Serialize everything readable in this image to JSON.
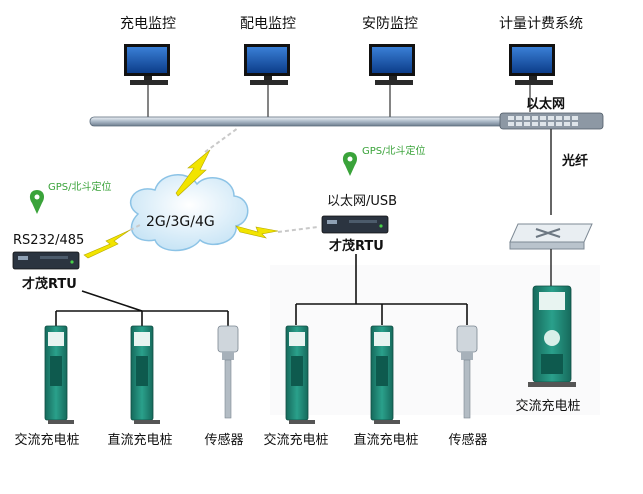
{
  "monitors": [
    {
      "label": "充电监控"
    },
    {
      "label": "配电监控"
    },
    {
      "label": "安防监控"
    },
    {
      "label": "计量计费系统"
    }
  ],
  "backbone": {
    "label": "以太网"
  },
  "fiber": {
    "label": "光纤"
  },
  "wireless": {
    "label": "2G/3G/4G"
  },
  "rtu_left": {
    "interface": "RS232/485",
    "name": "才茂RTU",
    "gps": "GPS/北斗定位"
  },
  "rtu_mid": {
    "interface": "以太网/USB",
    "name": "才茂RTU",
    "gps": "GPS/北斗定位"
  },
  "devices_left": [
    {
      "label": "交流充电桩"
    },
    {
      "label": "直流充电桩"
    },
    {
      "label": "传感器"
    }
  ],
  "devices_mid": [
    {
      "label": "交流充电桩"
    },
    {
      "label": "直流充电桩"
    },
    {
      "label": "传感器"
    }
  ],
  "device_right": {
    "label": "交流充电桩"
  },
  "colors": {
    "backbone": "#9fb0c0",
    "rtu": "#2b3440",
    "pile": "#1f8a78",
    "gps": "#3aa33a",
    "cloud": "#d6ecf8",
    "lightning": "#f2e400"
  }
}
